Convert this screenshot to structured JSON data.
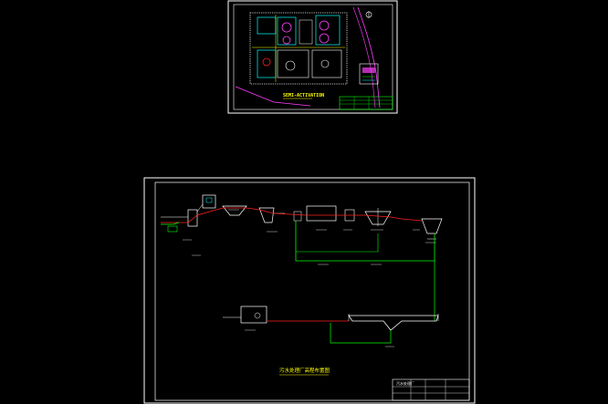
{
  "colors": {
    "background": "#000000",
    "frame": "#ffffff",
    "cyan": "#00ffff",
    "red": "#ff2020",
    "green": "#00ff00",
    "yellow": "#ffff00",
    "magenta": "#ff40ff",
    "white": "#ffffff"
  },
  "sheet1": {
    "title": "SEMI-ACTIVATION"
  },
  "sheet2": {
    "title": "污水处理厂高程布置图",
    "titleblock_label": "污水处理厂"
  }
}
